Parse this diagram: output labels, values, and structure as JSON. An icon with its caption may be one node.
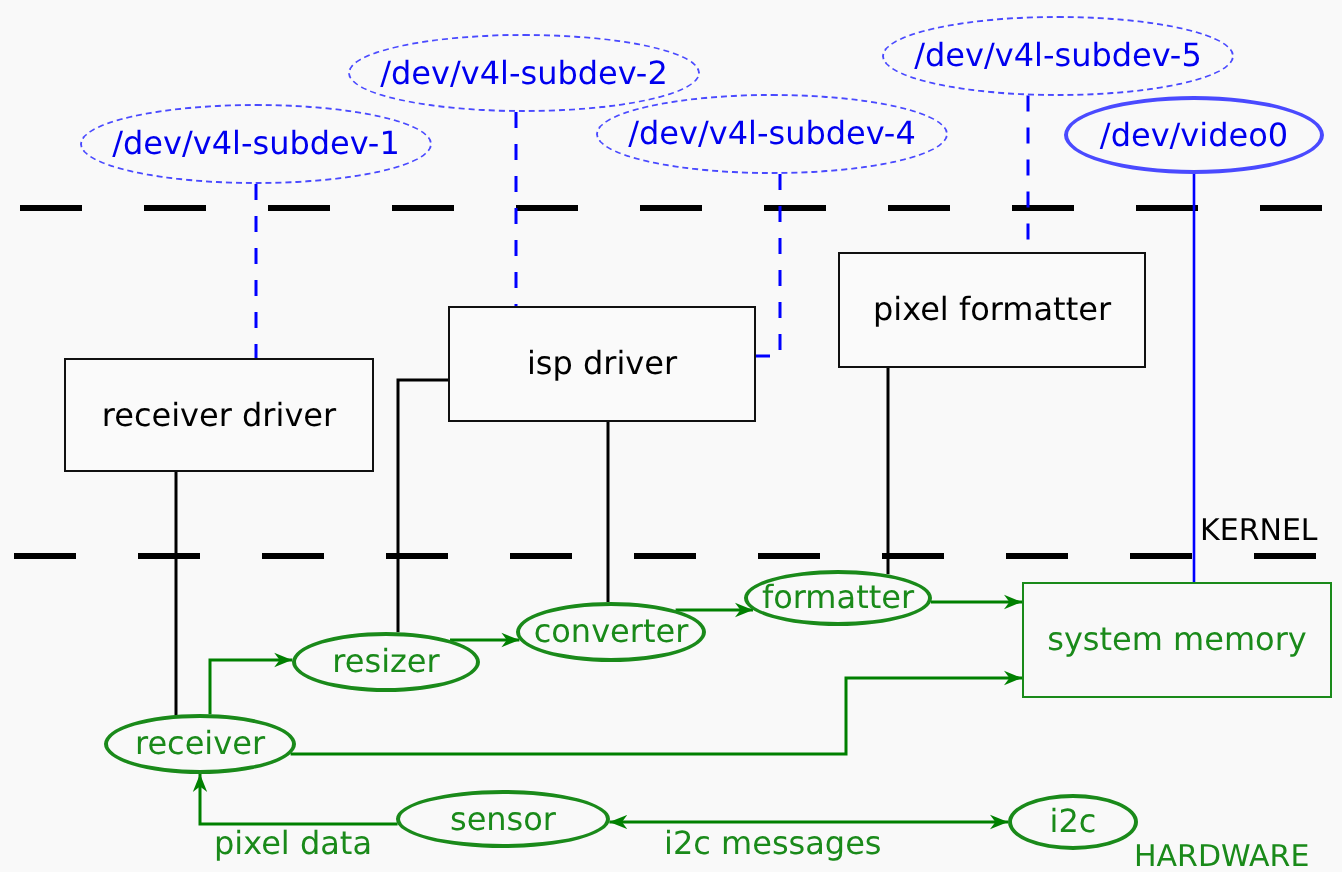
{
  "diagram": {
    "nodes": [
      {
        "text": [
          "/dev/v4l-subdev-1"
        ]
      },
      {
        "text": [
          "/dev/v4l-subdev-2"
        ]
      },
      {
        "text": [
          "/dev/v4l-subdev-4"
        ]
      },
      {
        "text": [
          "/dev/v4l-subdev-5"
        ]
      },
      {
        "text": [
          "/dev/video0"
        ]
      },
      {
        "text": [
          "receiver driver"
        ]
      },
      {
        "text": [
          "isp driver"
        ]
      },
      {
        "text": [
          "pixel formatter"
        ]
      },
      {
        "text": [
          "system memory"
        ]
      },
      {
        "text": [
          "formatter"
        ]
      },
      {
        "text": [
          "converter"
        ]
      },
      {
        "text": [
          "resizer"
        ]
      },
      {
        "text": [
          "receiver"
        ]
      },
      {
        "text": [
          "sensor"
        ]
      },
      {
        "text": [
          "i2c"
        ]
      }
    ],
    "edges": [
      {
        "from": 0,
        "to": 5,
        "arrow": "none",
        "style": "dashed",
        "color": "#0000ff"
      },
      {
        "from": 1,
        "to": 6,
        "arrow": "none",
        "style": "dashed",
        "color": "#0000ff"
      },
      {
        "from": 2,
        "to": 6,
        "arrow": "none",
        "style": "dashed",
        "color": "#0000ff"
      },
      {
        "from": 3,
        "to": 7,
        "arrow": "none",
        "style": "dashed",
        "color": "#0000ff"
      },
      {
        "from": 4,
        "to": 8,
        "arrow": "none",
        "color": "#0000ff"
      },
      {
        "from": 5,
        "to": 12,
        "arrow": "none",
        "color": "#000000"
      },
      {
        "from": 6,
        "to": 11,
        "arrow": "none",
        "color": "#000000"
      },
      {
        "from": 6,
        "to": 10,
        "arrow": "none",
        "color": "#000000"
      },
      {
        "from": 7,
        "to": 9,
        "arrow": "none",
        "color": "#000000"
      },
      {
        "from": 12,
        "to": 11,
        "arrow": "to",
        "color": "#008000"
      },
      {
        "from": 11,
        "to": 10,
        "arrow": "to",
        "color": "#008000"
      },
      {
        "from": 10,
        "to": 9,
        "arrow": "to",
        "color": "#008000"
      },
      {
        "from": 9,
        "to": 8,
        "arrow": "to",
        "color": "#008000"
      },
      {
        "from": 12,
        "to": 8,
        "arrow": "to",
        "color": "#008000"
      },
      {
        "from": 13,
        "to": 12,
        "arrow": "to",
        "label": "pixel data",
        "color": "#008000"
      },
      {
        "from": 13,
        "to": 14,
        "arrow": "both",
        "label": "i2c messages",
        "color": "#008000"
      }
    ],
    "labels": [
      "KERNEL",
      "HARDWARE"
    ]
  }
}
